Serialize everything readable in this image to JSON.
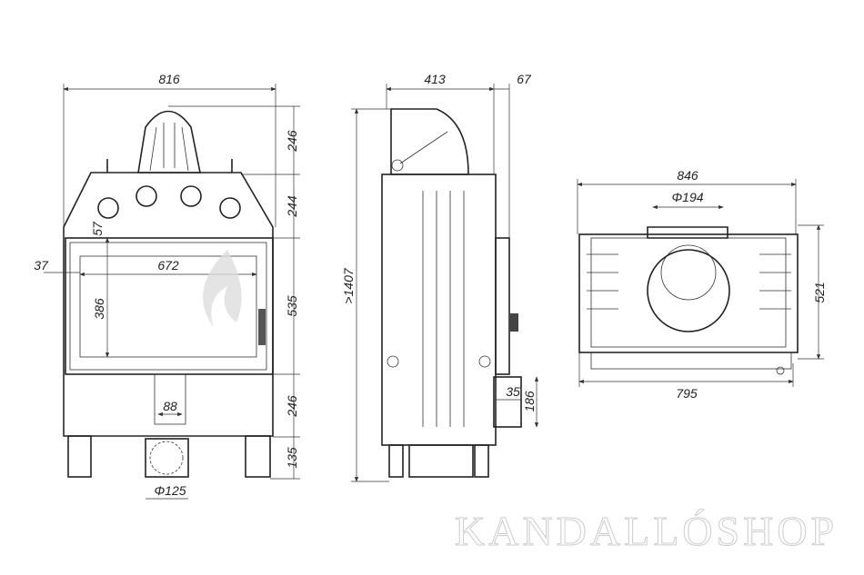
{
  "watermark": "KANDALLÓSHOP",
  "front_view": {
    "width": "816",
    "dome_height": "246",
    "hood_height": "244",
    "door_height": "535",
    "lower_height": "246",
    "leg_height": "135",
    "side_offset": "37",
    "top_offset": "57",
    "glass_width": "672",
    "glass_height": "386",
    "air_inlet_width": "88",
    "flue_diameter": "Φ125"
  },
  "side_view": {
    "depth": "413",
    "handle_depth": "67",
    "total_height": ">1407",
    "box_width": "35",
    "box_height": "186"
  },
  "top_view": {
    "width": "846",
    "flue_diameter": "Φ194",
    "depth": "521",
    "base_width": "795"
  }
}
